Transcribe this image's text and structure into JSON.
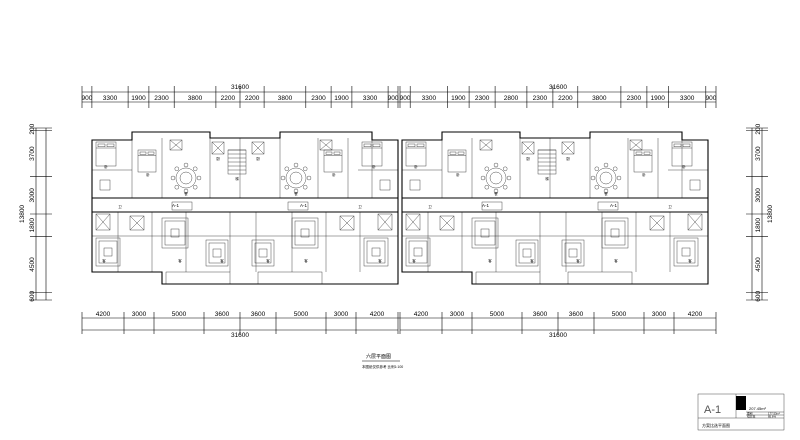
{
  "drawing": {
    "title": "六层平面图",
    "subtitle": "本图纸仅供参考 比例1:100",
    "unit_label": "A-1",
    "top_total_left": "31600",
    "top_total_right": "31600",
    "bottom_total_left": "31600",
    "bottom_total_right": "31600",
    "top_dims_left": [
      "900",
      "3300",
      "1900",
      "2300",
      "3800",
      "2200",
      "2200",
      "3800",
      "2300",
      "1900",
      "3300",
      "900"
    ],
    "top_dims_right": [
      "900",
      "3300",
      "1900",
      "2300",
      "2800",
      "2300",
      "2200",
      "3800",
      "2300",
      "1900",
      "3300",
      "900"
    ],
    "bottom_dims_left": [
      "4200",
      "3000",
      "5000",
      "3600",
      "3600",
      "5000",
      "3000",
      "4200"
    ],
    "bottom_dims_right": [
      "4200",
      "3000",
      "5000",
      "3600",
      "3600",
      "5000",
      "3000",
      "4200"
    ],
    "left_dims": [
      "200",
      "3700",
      "3000",
      "1800",
      "4500",
      "600"
    ],
    "left_total": "13800",
    "right_dims": [
      "200",
      "3700",
      "3000",
      "1800",
      "4500",
      "600"
    ],
    "right_total": "13800",
    "room_labels": {
      "bedroom": "卧",
      "living": "客",
      "kitchen": "厨",
      "dining": "餐",
      "bath": "卫",
      "stair": "梯"
    }
  },
  "title_block": {
    "code": "A-1",
    "area": "207.45m²",
    "row_label_1": "面积",
    "row_value_1": "177.53m²",
    "row_label_2": "得房率",
    "row_value_2": "85.6%",
    "footer": "方案比选平面图"
  }
}
